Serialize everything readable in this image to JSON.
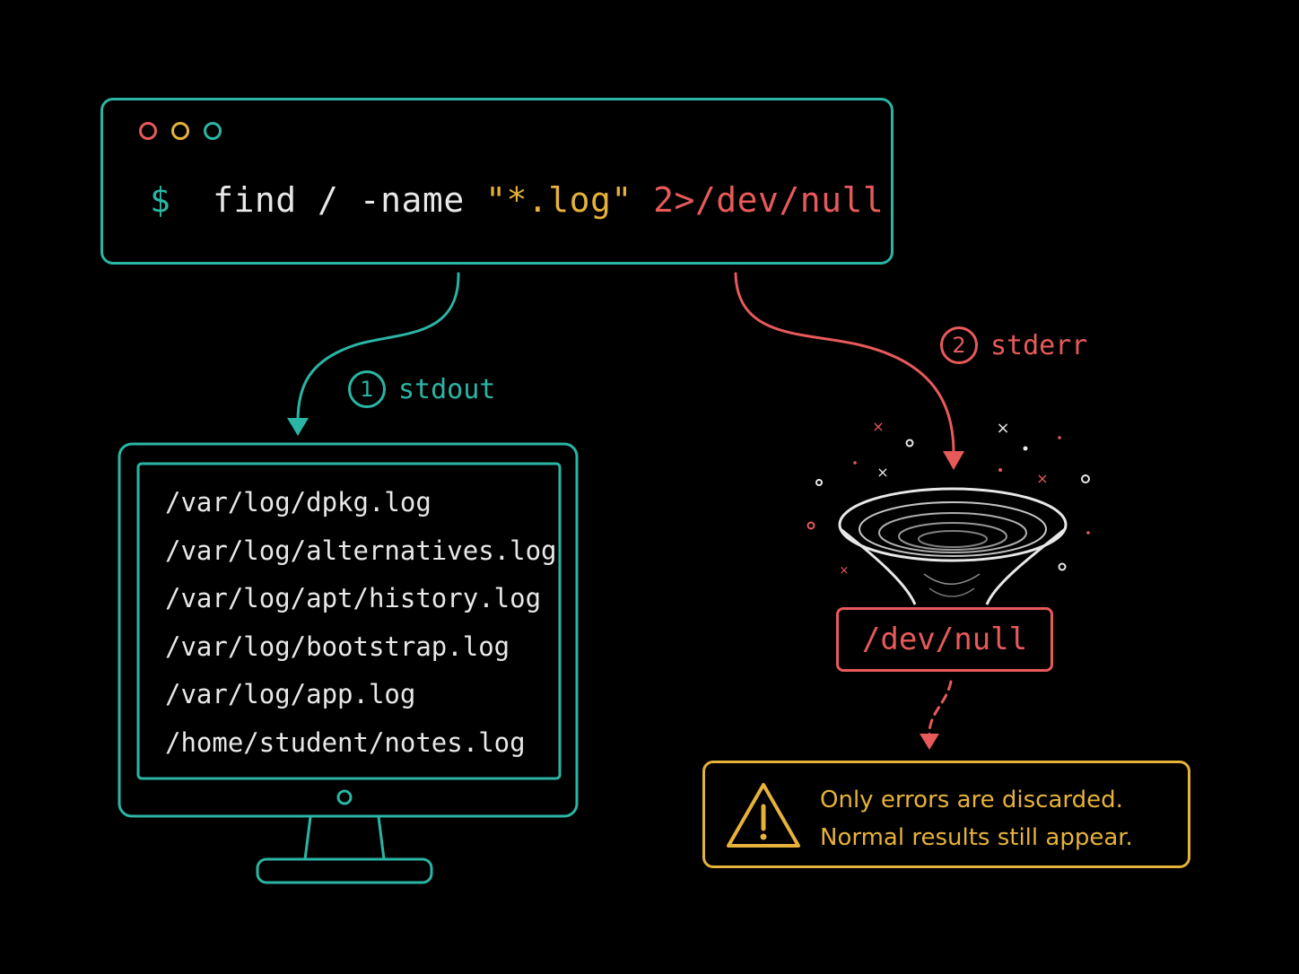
{
  "colors": {
    "background": "#000000",
    "stdout_accent": "#2bb5a5",
    "stderr_accent": "#e85a5a",
    "warning_accent": "#e6b23a",
    "text": "#e8e8e8"
  },
  "terminal": {
    "window_dots": [
      "red",
      "yellow",
      "teal"
    ],
    "prompt": "$",
    "command": "find / -name",
    "argument": "\"*.log\"",
    "redirect": "2>/dev/null"
  },
  "flows": {
    "stdout": {
      "number": "1",
      "label": "stdout"
    },
    "stderr": {
      "number": "2",
      "label": "stderr"
    }
  },
  "monitor": {
    "icon": "monitor-icon",
    "lines": [
      "/var/log/dpkg.log",
      "/var/log/alternatives.log",
      "/var/log/apt/history.log",
      "/var/log/bootstrap.log",
      "/var/log/app.log",
      "/home/student/notes.log"
    ]
  },
  "sink": {
    "icon": "funnel-vortex-icon",
    "label": "/dev/null"
  },
  "note": {
    "icon": "warning-icon",
    "line1": "Only errors are discarded.",
    "line2": "Normal results still appear."
  }
}
